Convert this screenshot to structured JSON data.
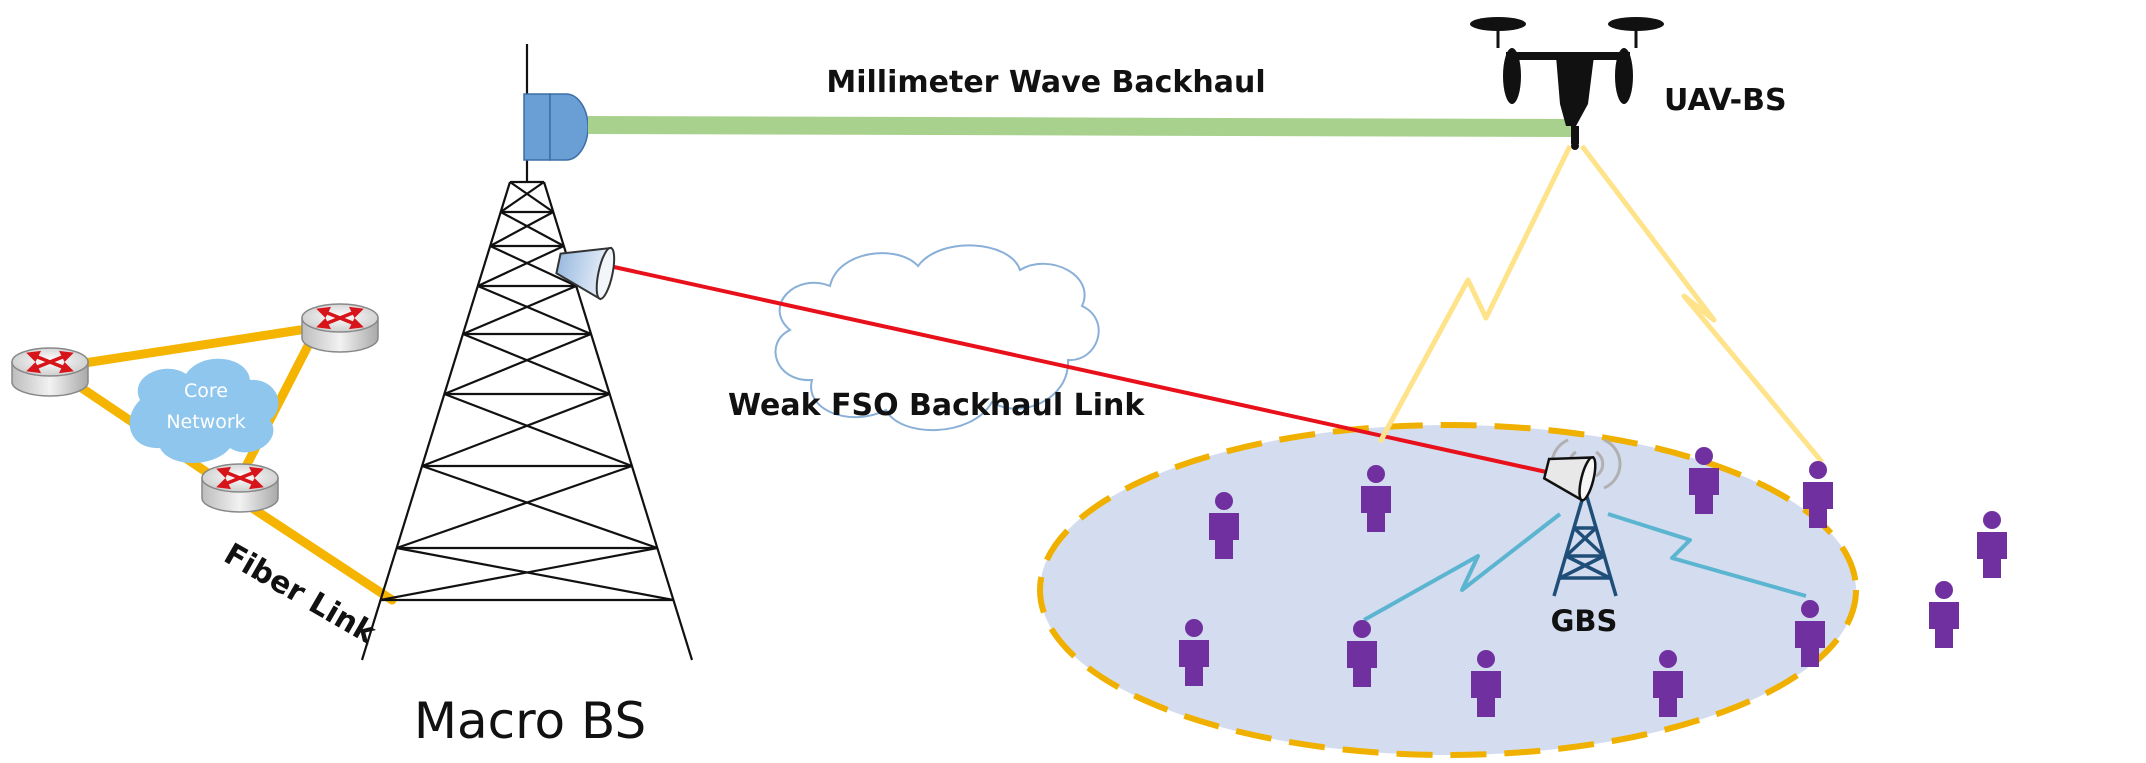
{
  "labels": {
    "mmwave": "Millimeter Wave Backhaul",
    "uav": "UAV-BS",
    "fso": "Weak FSO Backhaul Link",
    "core_line1": "Core",
    "core_line2": "Network",
    "fiber": "Fiber Link",
    "macro": "Macro BS",
    "gbs": "GBS"
  },
  "colors": {
    "mmwave_link": "#a9d18e",
    "fso_link": "#e8101a",
    "fiber_link": "#f5b400",
    "uav_beam": "#ffe38a",
    "user_icon": "#7030a0",
    "gbs_tower": "#1f4e79",
    "gbs_link": "#5bb5d0",
    "coverage_fill": "#d4dcef",
    "coverage_border": "#f0b000",
    "cloud_fill": "#ffffff",
    "cloud_border": "#8ab0d8",
    "core_cloud": "#8fc6ee",
    "antenna_blue": "#6a9fd6"
  },
  "icons": [
    "uav-drone-icon",
    "macro-tower-icon",
    "router-icon",
    "user-icon",
    "gbs-tower-icon",
    "wireless-signal-icon",
    "cloud-icon"
  ]
}
